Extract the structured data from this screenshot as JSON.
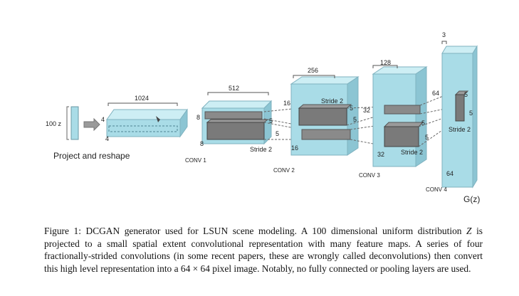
{
  "figure": {
    "input": {
      "label": "100 z"
    },
    "project": {
      "label": "Project and reshape",
      "ch": "1024",
      "h": "4",
      "w": "4"
    },
    "conv1": {
      "label": "CONV 1",
      "ch": "512",
      "h": "8",
      "w": "8",
      "k1": "5",
      "k2": "5",
      "stride": "Stride 2"
    },
    "conv2": {
      "label": "CONV 2",
      "ch": "256",
      "h": "16",
      "w": "16",
      "k1": "5",
      "k2": "5",
      "stride": "Stride 2"
    },
    "conv3": {
      "label": "CONV 3",
      "ch": "128",
      "h": "32",
      "w": "32",
      "k1": "5",
      "k2": "5",
      "stride": "Stride 2"
    },
    "conv4": {
      "label": "CONV 4",
      "ch": "3",
      "h": "64",
      "w": "64",
      "k1": "5",
      "k2": "5",
      "stride": "Stride 2"
    },
    "output": {
      "label": "G(z)"
    }
  },
  "caption": {
    "prefix": "Figure 1: DCGAN generator used for LSUN scene modeling. A 100 dimensional uniform distribution ",
    "var": "Z",
    "suffix": " is projected to a small spatial extent convolutional representation with many feature maps. A series of four fractionally-strided convolutions (in some recent papers, these are wrongly called deconvolutions) then convert this high level representation into a 64 × 64 pixel image. Notably, no fully connected or pooling layers are used."
  },
  "colors": {
    "front": "#a9dce7",
    "top": "#cdeef4",
    "side": "#8cc5d3",
    "kernel": "#7a7a7a"
  }
}
